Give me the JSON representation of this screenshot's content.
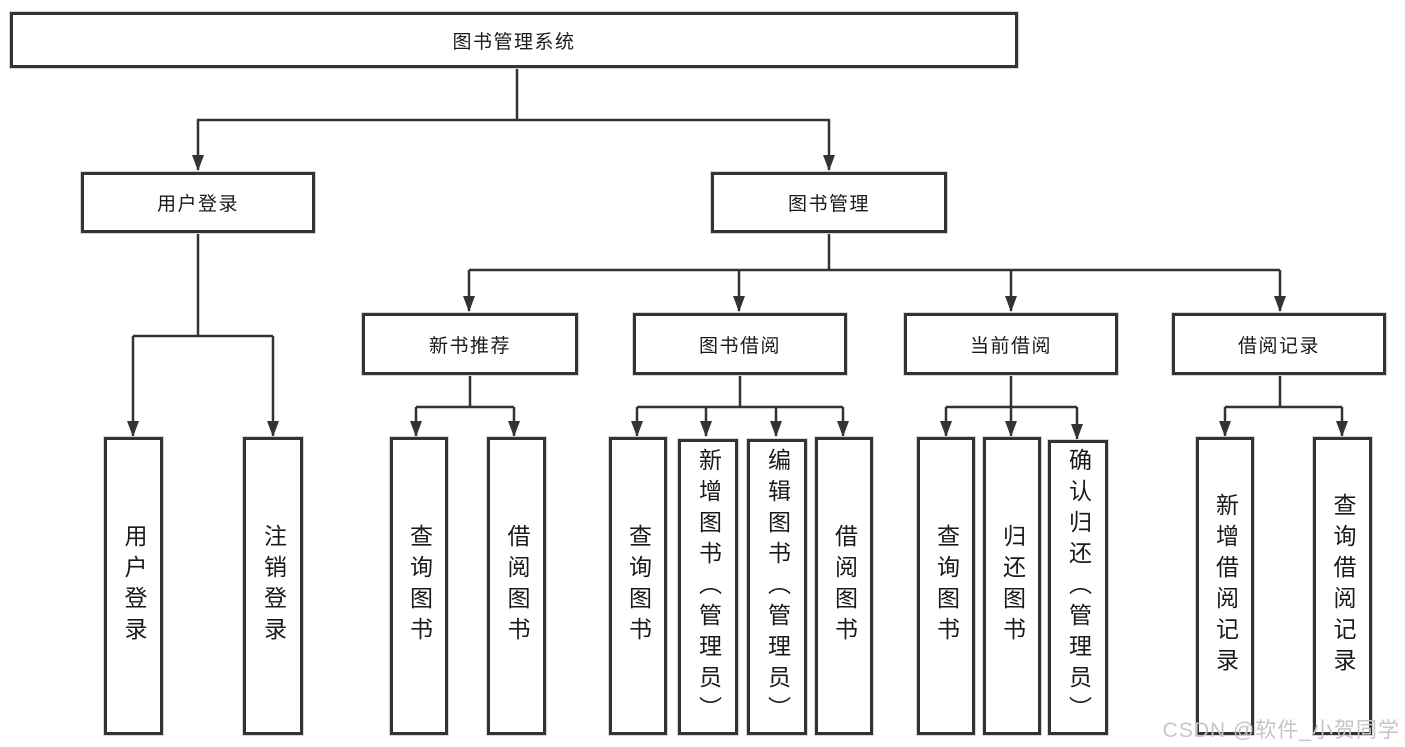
{
  "diagram": {
    "nodes": {
      "root": "图书管理系统",
      "level2": [
        "用户登录",
        "图书管理"
      ],
      "level3": [
        "新书推荐",
        "图书借阅",
        "当前借阅",
        "借阅记录"
      ]
    },
    "leaves": {
      "user_login": [
        "用户登录",
        "注销登录"
      ],
      "new_book_recommend": [
        "查询图书",
        "借阅图书"
      ],
      "book_borrow": [
        "查询图书",
        "新增图书（管理员）",
        "编辑图书（管理员）",
        "借阅图书"
      ],
      "current_borrow": [
        "查询图书",
        "归还图书",
        "确认归还（管理员）"
      ],
      "borrow_record": [
        "新增借阅记录",
        "查询借阅记录"
      ]
    },
    "colors": {
      "line": "#333333",
      "text": "#1a1a1a",
      "watermark": "#c6c4c7",
      "background": "#ffffff"
    }
  },
  "watermark": {
    "text": "CSDN @软件_小贺同学"
  }
}
